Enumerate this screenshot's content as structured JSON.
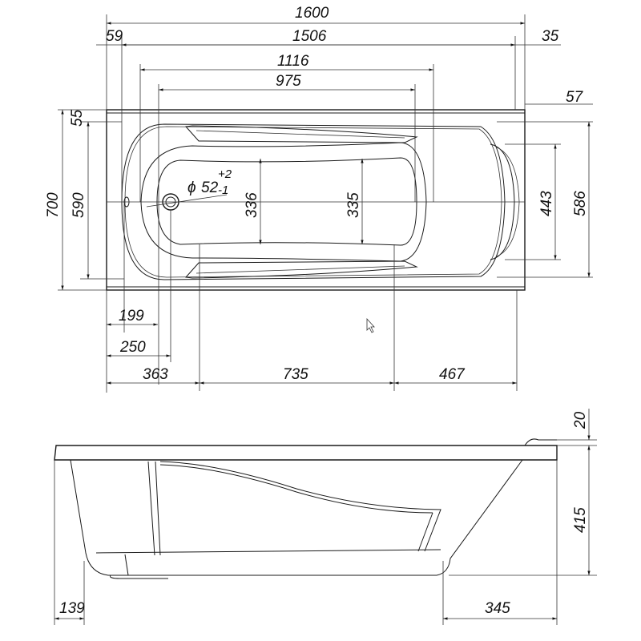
{
  "top_view": {
    "overall_length": "1600",
    "left_rim": "59",
    "inner_length": "1506",
    "right_rim": "35",
    "bowl_length": "1116",
    "bottom_length": "975",
    "top_rim": "55",
    "top_rim_right": "57",
    "overall_width": "700",
    "inner_width": "590",
    "drain_diameter": "52",
    "drain_tol_plus": "+2",
    "drain_tol_minus": "-1",
    "diameter_symbol": "ϕ",
    "width_left_bottom": "336",
    "width_right_bottom": "335",
    "headrest_width": "443",
    "inner_width_right": "586",
    "overflow_offset": "199",
    "drain_offset": "250",
    "seg_left": "363",
    "seg_middle": "735",
    "seg_right": "467"
  },
  "side_view": {
    "rim_height": "20",
    "depth": "415",
    "left_slope": "139",
    "right_slope": "345"
  }
}
